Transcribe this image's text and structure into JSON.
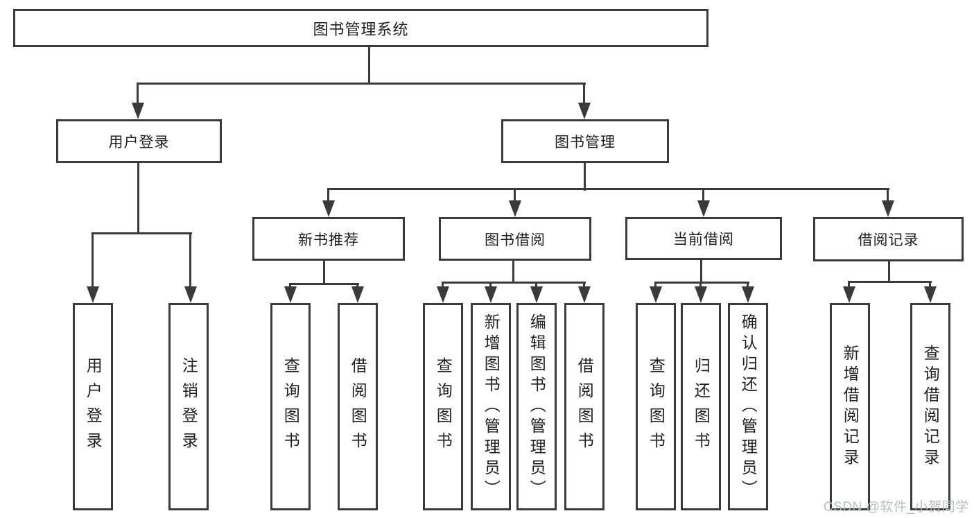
{
  "tree": {
    "label": "图书管理系统",
    "children": [
      {
        "label": "用户登录",
        "children": [
          {
            "label": "用户登录"
          },
          {
            "label": "注销登录"
          }
        ]
      },
      {
        "label": "图书管理",
        "children": [
          {
            "label": "新书推荐",
            "children": [
              {
                "label": "查询图书"
              },
              {
                "label": "借阅图书"
              }
            ]
          },
          {
            "label": "图书借阅",
            "children": [
              {
                "label": "查询图书"
              },
              {
                "label": "新增图书（管理员）"
              },
              {
                "label": "编辑图书（管理员）"
              },
              {
                "label": "借阅图书"
              }
            ]
          },
          {
            "label": "当前借阅",
            "children": [
              {
                "label": "查询图书"
              },
              {
                "label": "归还图书"
              },
              {
                "label": "确认归还（管理员）"
              }
            ]
          },
          {
            "label": "借阅记录",
            "children": [
              {
                "label": "新增借阅记录"
              },
              {
                "label": "查询借阅记录"
              }
            ]
          }
        ]
      }
    ]
  },
  "watermark": "CSDN @软件_小贺同学",
  "colors": {
    "line": "#3a3a3a",
    "node_border": "#3a3a3a",
    "node_text": "#1f1f1f",
    "background": "#ffffff",
    "watermark": "#b9bdc0"
  }
}
